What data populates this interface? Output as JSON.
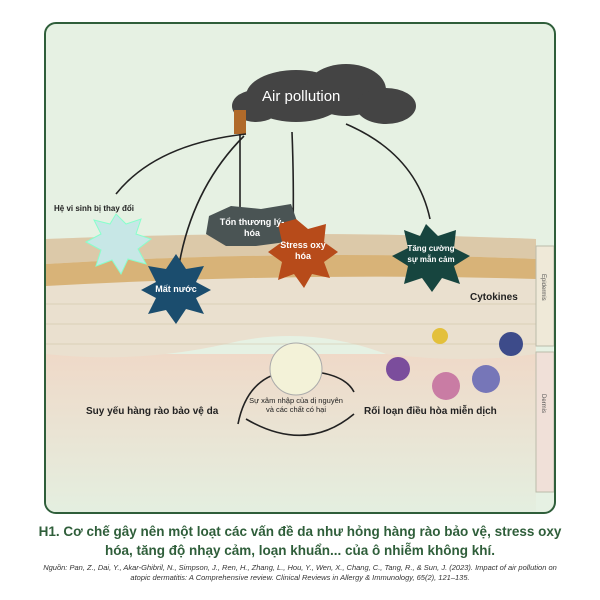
{
  "figure": {
    "cloud_label": "Air pollution",
    "microbiome_label": "Hệ vi sinh bị thay đổi",
    "physchem_label": "Tổn thương lý-hóa",
    "oxidative_label": "Stress oxy hóa",
    "sensitivity_label": "Tăng cường sự mẫn cảm",
    "dehydration_label": "Mất nước",
    "cytokines_label": "Cytokines",
    "allergen_label": "Sự xâm nhập của dị nguyên và các chất có hại",
    "barrier_label": "Suy yếu hàng rào bảo vệ da",
    "immune_label": "Rối loạn điều hòa miễn dịch",
    "epidermis_label": "Epidermis",
    "dermis_label": "Dermis"
  },
  "caption": "H1. Cơ chế gây nên một loạt các vấn đề da như hỏng hàng rào bảo vệ, stress oxy hóa, tăng độ nhạy cảm, loạn khuẩn... của ô nhiễm không khí.",
  "source": "Nguồn: Pan, Z., Dai, Y., Akar-Ghibril, N., Simpson, J., Ren, H., Zhang, L., Hou, Y., Wen, X., Chang, C., Tang, R., & Sun, J. (2023). Impact of air pollution on atopic dermatitis: A Comprehensive review. Clinical Reviews in Allergy & Immunology, 65(2), 121–135."
}
